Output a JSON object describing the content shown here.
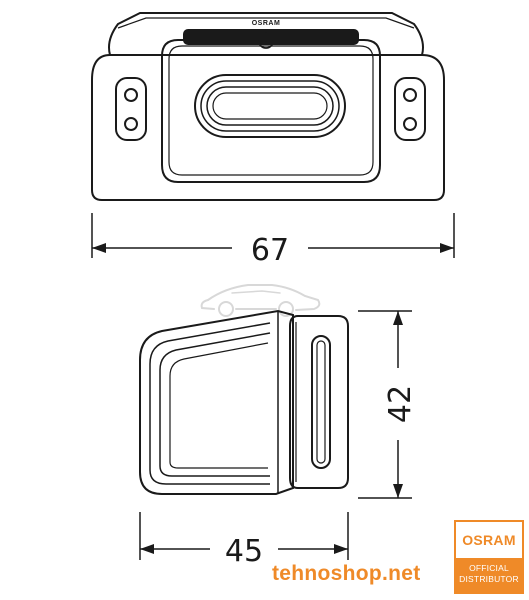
{
  "diagram": {
    "product_brand": "OSRAM",
    "dimensions": {
      "width": "67",
      "height": "42",
      "depth": "45"
    }
  },
  "watermark": {
    "shop": "tehnoshop.net",
    "badge_brand": "OSRAM",
    "badge_line1": "OFFICIAL",
    "badge_line2": "DISTRIBUTOR"
  },
  "colors": {
    "line": "#1a1a1a",
    "accent": "#ef8a28"
  }
}
